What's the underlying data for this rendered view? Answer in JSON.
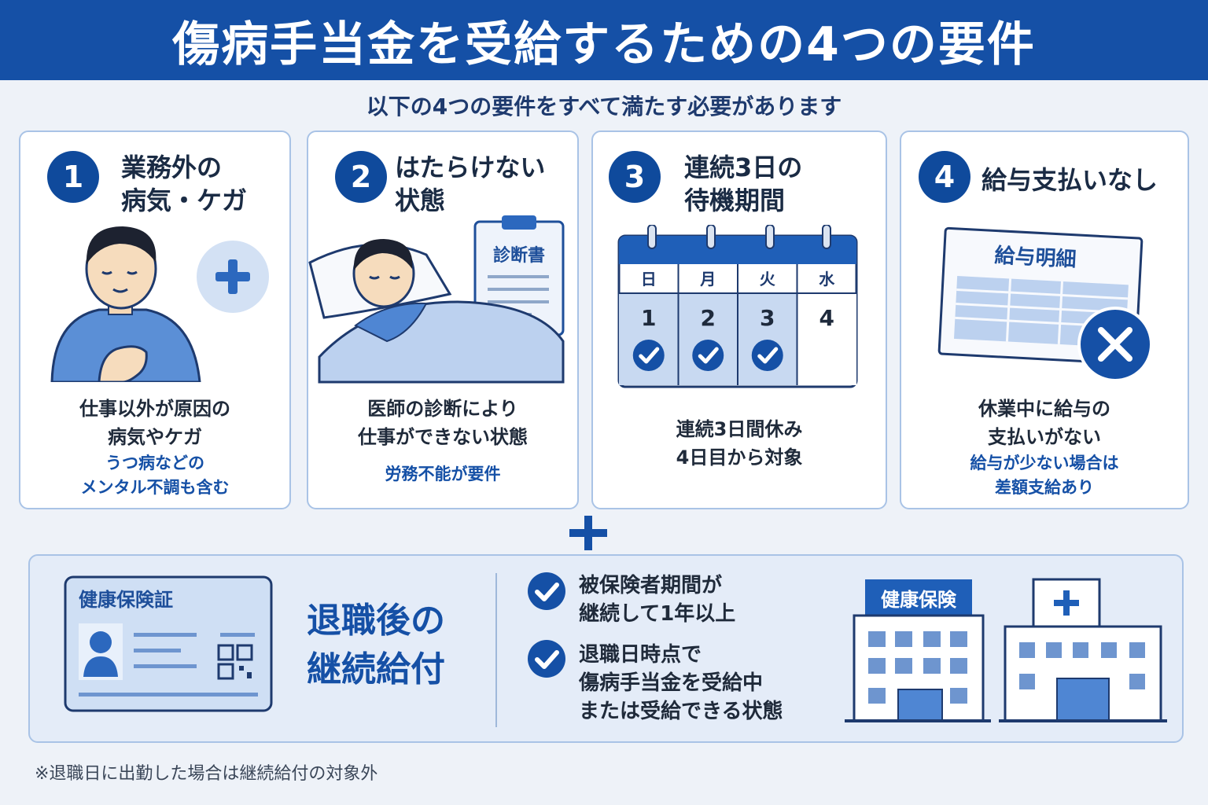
{
  "title": "傷病手当金を受給するための4つの要件",
  "subtitle": "以下の4つの要件をすべて満たす必要があります",
  "requirements": [
    {
      "number": "1",
      "title": "業務外の\n病気・ケガ",
      "description": "仕事以外が原因の\n病気やケガ",
      "note": "うつ病などの\nメンタル不調も含む"
    },
    {
      "number": "2",
      "title": "はたらけない\n状態",
      "description": "医師の診断により\n仕事ができない状態",
      "note": "労務不能が要件",
      "document_label": "診断書"
    },
    {
      "number": "3",
      "title": "連続3日の\n待機期間",
      "description": "連続3日間休み\n4日目から対象",
      "calendar": {
        "weekdays": [
          "日",
          "月",
          "火",
          "水"
        ],
        "days": [
          "1",
          "2",
          "3",
          "4"
        ],
        "checked": [
          true,
          true,
          true,
          false
        ]
      }
    },
    {
      "number": "4",
      "title": "給与支払いなし",
      "description": "休業中に給与の\n支払いがない",
      "note": "給与が少ない場合は\n差額支給あり",
      "payslip_label": "給与明細"
    }
  ],
  "continuation": {
    "card_label": "健康保険証",
    "title": "退職後の\n継続給付",
    "conditions": [
      "被保険者期間が\n継続して1年以上",
      "退職日時点で\n傷病手当金を受給中\nまたは受給できる状態"
    ],
    "building_sign": "健康保険"
  },
  "footnote": "※退職日に出勤した場合は継続給付の対象外",
  "colors": {
    "primary": "#1550a6",
    "dark_navy": "#0f4a9c",
    "light_blue": "#c8d9f1",
    "background": "#eef2f8"
  }
}
